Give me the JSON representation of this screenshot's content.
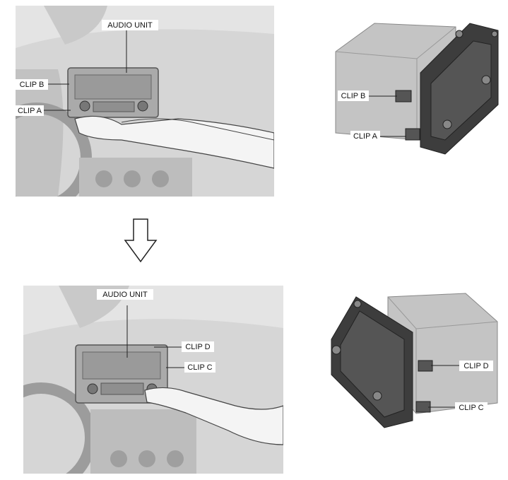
{
  "labels": {
    "top_photo": {
      "audio_unit": "AUDIO UNIT",
      "clip_b": "CLIP B",
      "clip_a": "CLIP A"
    },
    "top_unit": {
      "clip_b": "CLIP B",
      "clip_a": "CLIP A"
    },
    "bottom_photo": {
      "audio_unit": "AUDIO UNIT",
      "clip_d": "CLIP D",
      "clip_c": "CLIP C"
    },
    "bottom_unit": {
      "clip_d": "CLIP D",
      "clip_c": "CLIP C"
    }
  },
  "icons": {
    "step_arrow": "down-arrow-icon"
  },
  "colors": {
    "photo_bg": "#d4d4d4",
    "dash": "#c4c4c4",
    "unit_body": "#bfbfbf",
    "unit_face": "#3a3a3a",
    "line": "#222222"
  }
}
